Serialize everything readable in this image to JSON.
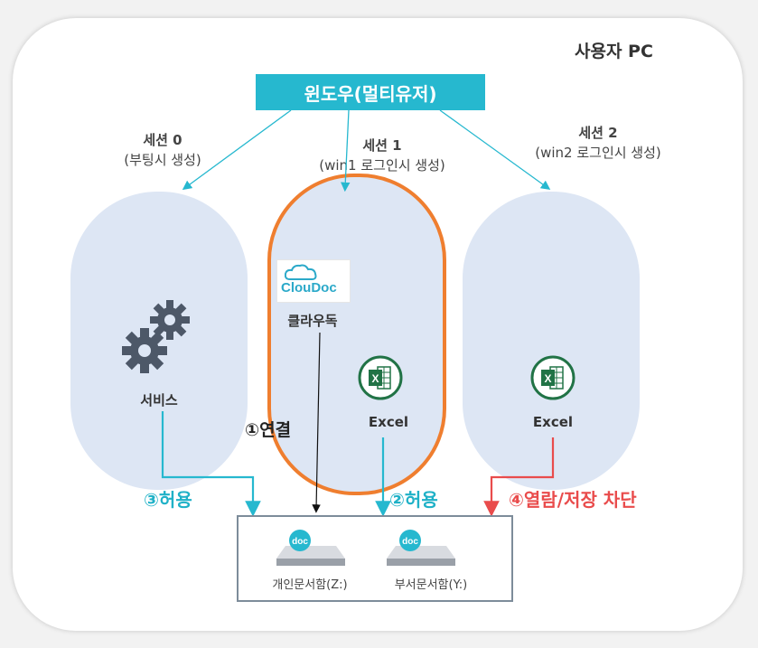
{
  "title": "사용자 PC",
  "windows": "윈도우(멀티유저)",
  "sessions": [
    {
      "name": "세션 0",
      "desc": "(부팅시 생성)",
      "app": "서비스"
    },
    {
      "name": "세션 1",
      "desc": "(win1 로그인시 생성)",
      "app": "클라우독",
      "app2": "Excel"
    },
    {
      "name": "세션 2",
      "desc": "(win2 로그인시 생성)",
      "app": "Excel"
    }
  ],
  "logo_text": "ClouDoc",
  "steps": {
    "connect": "①연결",
    "allow_excel": "②허용",
    "allow_service": "③허용",
    "block": "④열람/저장 차단"
  },
  "drives": [
    "개인문서함(Z:)",
    "부서문서함(Y:)"
  ],
  "colors": {
    "teal": "#26b8cf",
    "orange": "#ef7e2f",
    "red": "#e94c4c",
    "pill": "#dde6f4",
    "excel": "#217346"
  },
  "icons": [
    "gears-icon",
    "cloudoc-logo",
    "excel-icon",
    "drive-icon"
  ]
}
